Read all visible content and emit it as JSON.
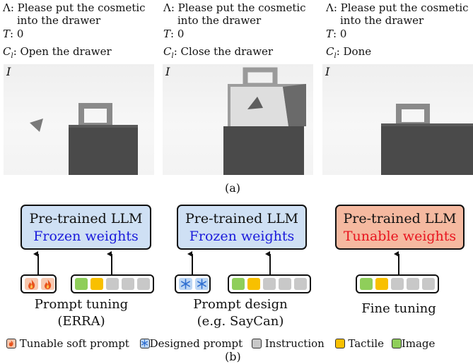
{
  "panels": [
    {
      "instruction_symbol": "Λ:",
      "instruction_line1": "Please put the cosmetic",
      "instruction_line2": "into the drawer",
      "t_symbol": "T",
      "t_value": ": 0",
      "c_symbol": "C",
      "c_sub": "l",
      "c_value": ": Open the drawer",
      "image_symbol": "I"
    },
    {
      "instruction_symbol": "Λ:",
      "instruction_line1": "Please put the cosmetic",
      "instruction_line2": "into the drawer",
      "t_symbol": "T",
      "t_value": ": 0",
      "c_symbol": "C",
      "c_sub": "l",
      "c_value": ": Close the drawer",
      "image_symbol": "I"
    },
    {
      "instruction_symbol": "Λ:",
      "instruction_line1": "Please put the cosmetic",
      "instruction_line2": "into the drawer",
      "t_symbol": "T",
      "t_value": ": 0",
      "c_symbol": "C",
      "c_sub": "l",
      "c_value": ": Done",
      "image_symbol": "I"
    }
  ],
  "caption_a": "(a)",
  "models": [
    {
      "line1": "Pre-trained LLM",
      "line2": "Frozen weights",
      "style": "frozen",
      "label1": "Prompt tuning",
      "label2": "(ERRA)"
    },
    {
      "line1": "Pre-trained LLM",
      "line2": "Frozen weights",
      "style": "frozen",
      "label1": "Prompt design",
      "label2": "(e.g. SayCan)"
    },
    {
      "line1": "Pre-trained LLM",
      "line2": "Tunable weights",
      "style": "tunable",
      "label1": "Fine tuning",
      "label2": ""
    }
  ],
  "legend": [
    {
      "label": "Tunable soft prompt",
      "icon": "fire-icon"
    },
    {
      "label": "Designed prompt",
      "icon": "snowflake-icon"
    },
    {
      "label": "Instruction",
      "icon": "gray-square"
    },
    {
      "label": "Tactile",
      "icon": "yellow-square"
    },
    {
      "label": "Image",
      "icon": "green-square"
    }
  ],
  "caption_b": "(b)",
  "colors": {
    "frozen_fill": "#cfe0f4",
    "frozen_text": "#1a1adb",
    "tunable_fill": "#f5b9a0",
    "tunable_text": "#e8141e",
    "instruction": "#c8c8c8",
    "tactile": "#f8c000",
    "image": "#8fce5a",
    "soft_prompt": "#f7c7ae",
    "designed_prompt": "#bcd6f4"
  }
}
